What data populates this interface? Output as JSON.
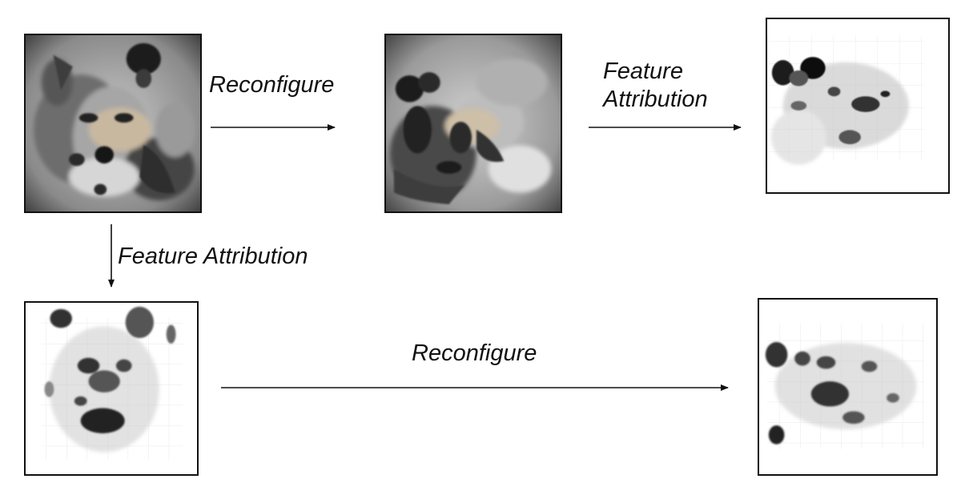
{
  "labels": {
    "reconfigure_top": "Reconfigure",
    "feature_attribution_top_line1": "Feature",
    "feature_attribution_top_line2": "Attribution",
    "feature_attribution_left": "Feature Attribution",
    "reconfigure_bottom": "Reconfigure"
  },
  "images": {
    "wolf": "grayscale-wolf-image",
    "reconfigured": "grayscale-reconfigured-bear-image",
    "attribution_reconfigured": "attribution-map-of-reconfigured-image",
    "attribution_wolf": "attribution-map-of-wolf-image",
    "attribution_wolf_reconfigured": "reconfigured-attribution-map"
  },
  "colors": {
    "frame": "#111111",
    "arrow": "#111111",
    "text": "#111111"
  }
}
